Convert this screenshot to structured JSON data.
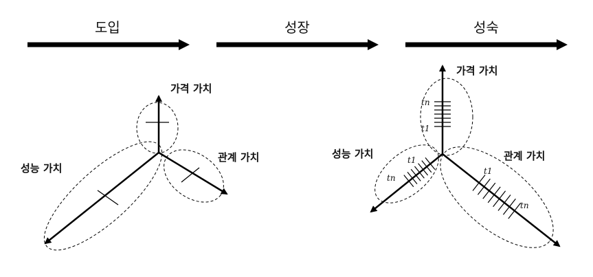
{
  "stages": [
    "도입",
    "성장",
    "성숙"
  ],
  "labels": {
    "price": "가격 가치",
    "performance": "성능 가치",
    "relationship": "관계 가치"
  },
  "subscripts": {
    "n": "tn",
    "one": "t1"
  }
}
